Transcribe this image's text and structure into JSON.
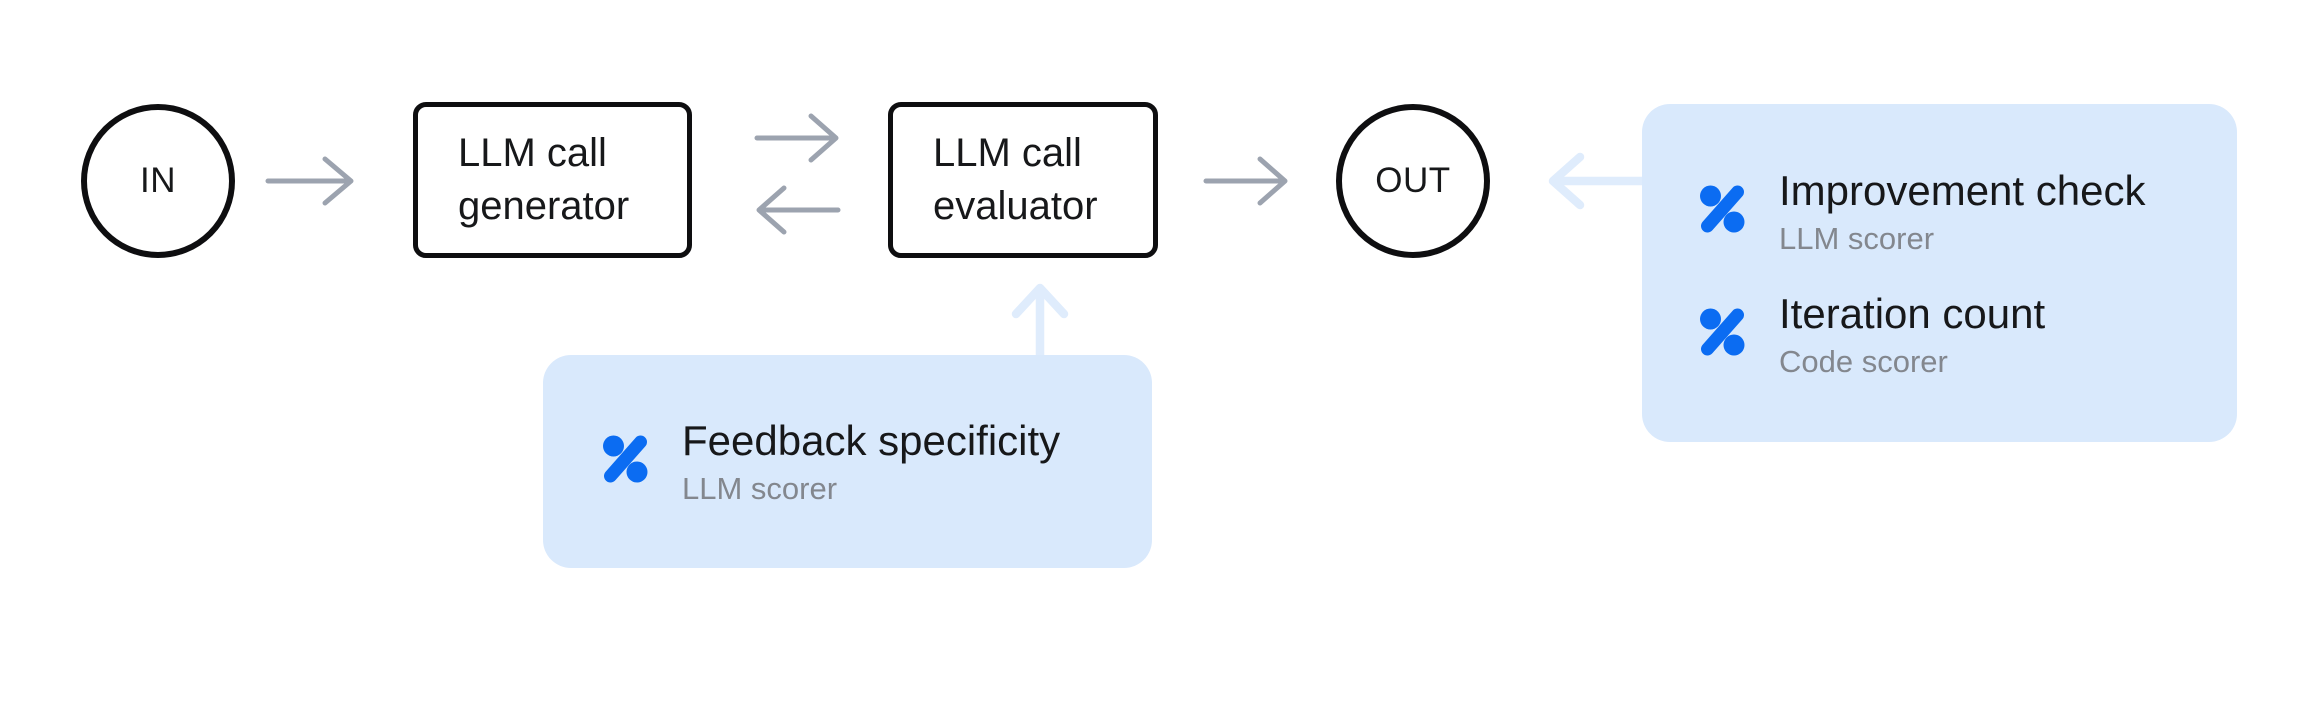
{
  "colors": {
    "node_border": "#0e0e10",
    "arrow_gray": "#9ca3af",
    "arrow_light_blue": "#dfecfc",
    "card_background": "#d9e9fc",
    "icon_blue": "#0b6cf2",
    "title_text": "#17181a",
    "subtitle_text": "#83878e"
  },
  "nodes": {
    "input": {
      "label": "IN"
    },
    "generator": {
      "label": "LLM call generator"
    },
    "evaluator": {
      "label": "LLM call evaluator"
    },
    "output": {
      "label": "OUT"
    }
  },
  "edges": [
    {
      "from": "IN",
      "to": "LLM call generator",
      "style": "gray"
    },
    {
      "from": "LLM call generator",
      "to": "LLM call evaluator",
      "style": "gray"
    },
    {
      "from": "LLM call evaluator",
      "to": "LLM call generator",
      "style": "gray"
    },
    {
      "from": "LLM call evaluator",
      "to": "OUT",
      "style": "gray"
    },
    {
      "from": "evaluator scorer card",
      "to": "LLM call evaluator",
      "style": "light-blue"
    },
    {
      "from": "output scorer card",
      "to": "OUT",
      "style": "light-blue"
    }
  ],
  "cards": {
    "evaluator_scorers": {
      "items": [
        {
          "icon": "percent-scorer-icon",
          "title": "Feedback specificity",
          "subtitle": "LLM scorer"
        }
      ]
    },
    "output_scorers": {
      "items": [
        {
          "icon": "percent-scorer-icon",
          "title": "Improvement check",
          "subtitle": "LLM scorer"
        },
        {
          "icon": "percent-scorer-icon",
          "title": "Iteration count",
          "subtitle": "Code scorer"
        }
      ]
    }
  }
}
